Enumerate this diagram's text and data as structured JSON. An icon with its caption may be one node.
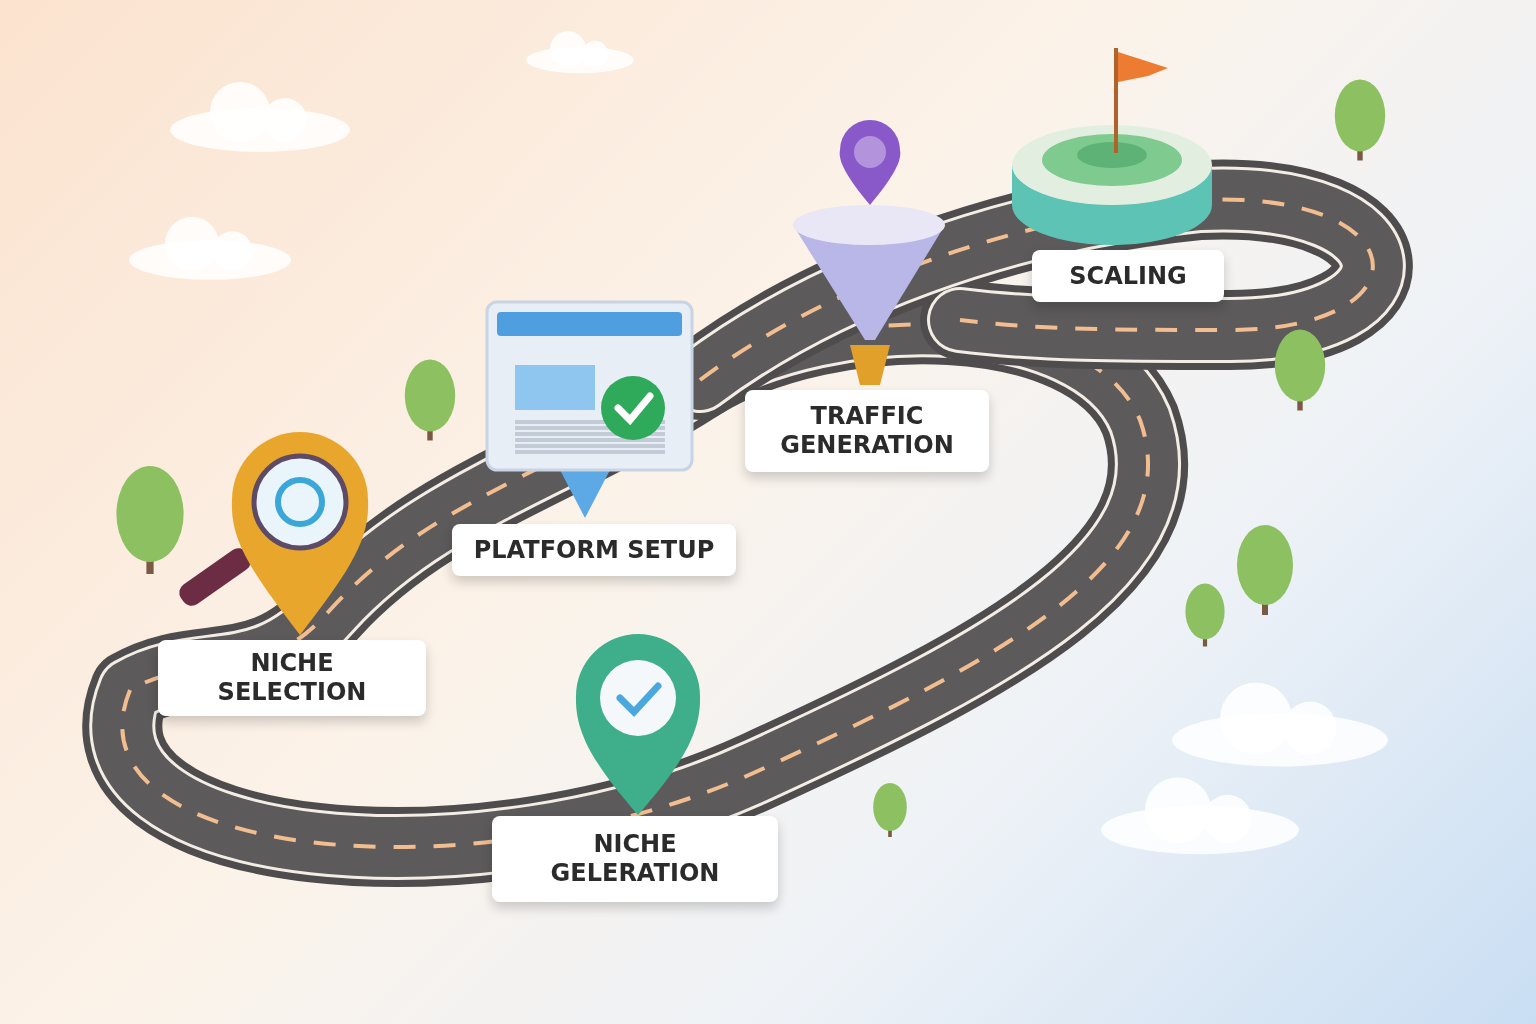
{
  "diagram": {
    "nodes": [
      {
        "text": [
          "NICHE SELECTION"
        ]
      },
      {
        "text": [
          "NICHE GELERATION"
        ]
      },
      {
        "text": [
          "PLATFORM SETUP"
        ]
      },
      {
        "text": [
          "TRAFFIC GENERATION"
        ]
      },
      {
        "text": [
          "SCALING"
        ]
      }
    ]
  }
}
